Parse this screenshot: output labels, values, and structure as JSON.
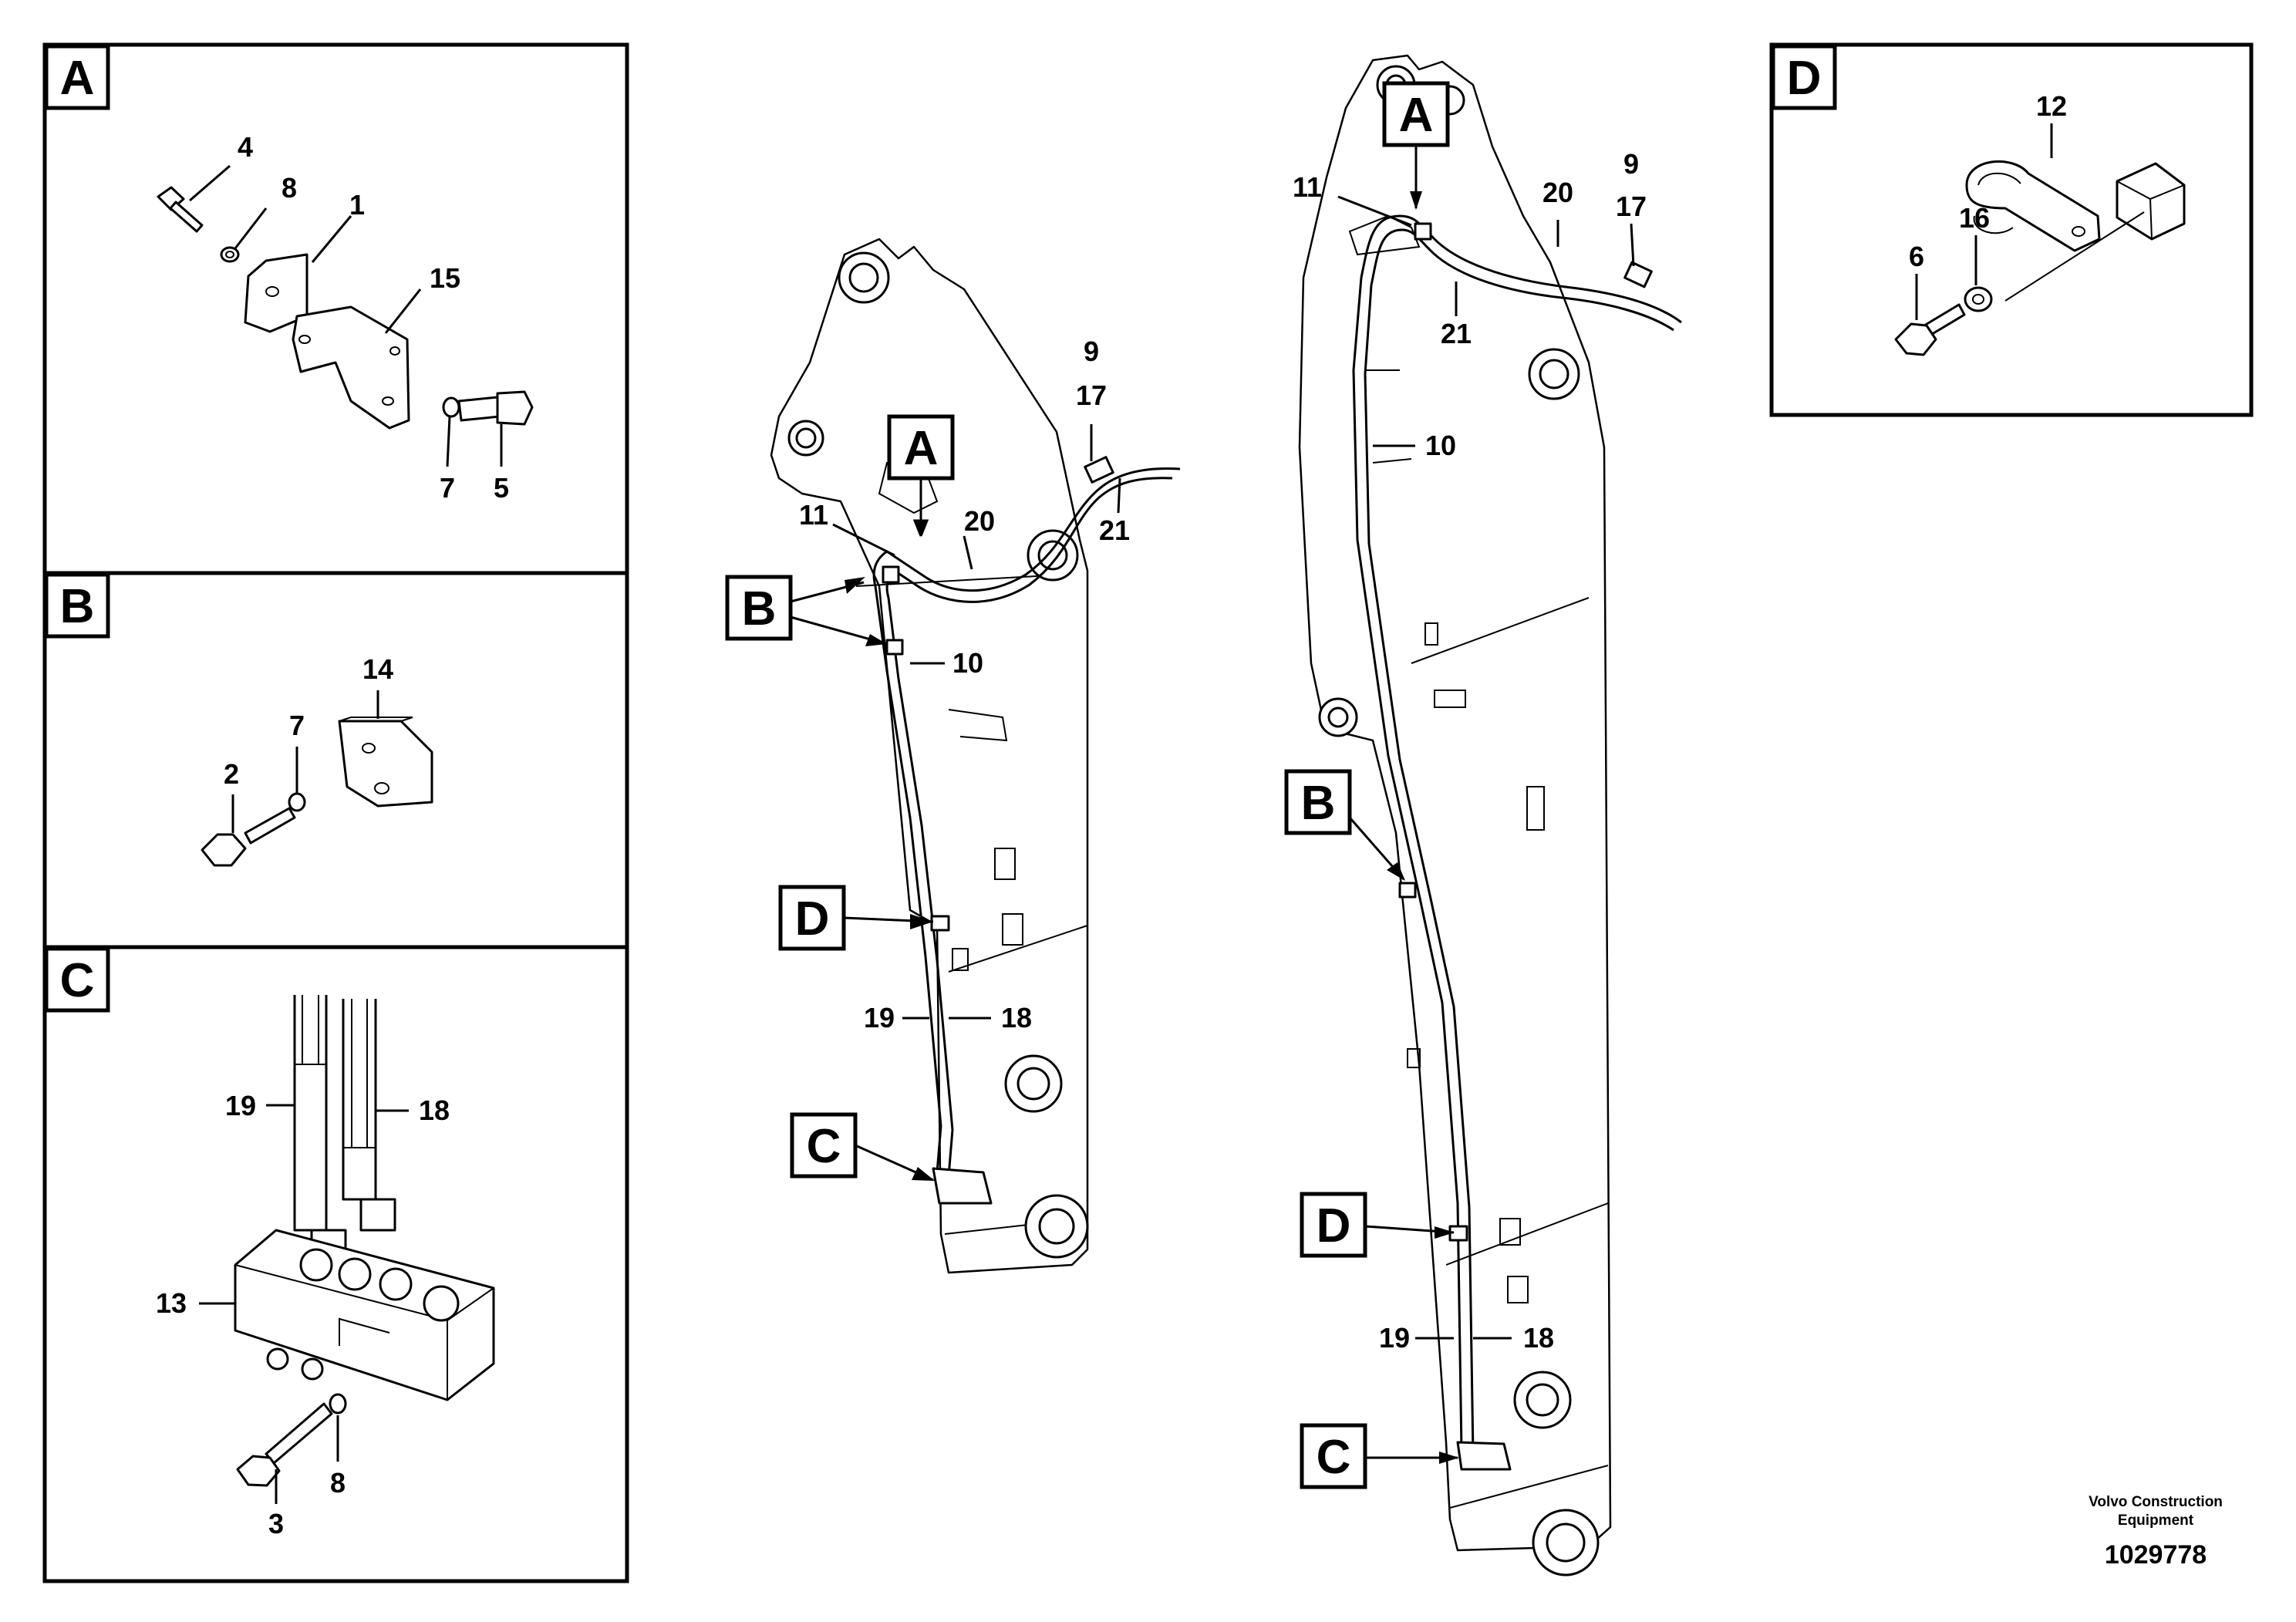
{
  "detail_panels": {
    "A": {
      "tag": "A",
      "parts": [
        "4",
        "8",
        "1",
        "15",
        "7",
        "5"
      ]
    },
    "B": {
      "tag": "B",
      "parts": [
        "14",
        "7",
        "2"
      ]
    },
    "C": {
      "tag": "C",
      "parts": [
        "19",
        "18",
        "13",
        "3",
        "8"
      ]
    },
    "D": {
      "tag": "D",
      "parts": [
        "12",
        "16",
        "6"
      ]
    }
  },
  "assembly_left": {
    "callouts": [
      "A",
      "B",
      "D",
      "C"
    ],
    "parts": [
      "9",
      "17",
      "11",
      "20",
      "21",
      "10",
      "19",
      "18"
    ]
  },
  "assembly_right": {
    "callouts": [
      "A",
      "B",
      "D",
      "C"
    ],
    "parts": [
      "11",
      "20",
      "9",
      "17",
      "21",
      "10",
      "19",
      "18"
    ]
  },
  "footer": {
    "company_line1": "Volvo Construction",
    "company_line2": "Equipment",
    "drawing_number": "1029778"
  }
}
